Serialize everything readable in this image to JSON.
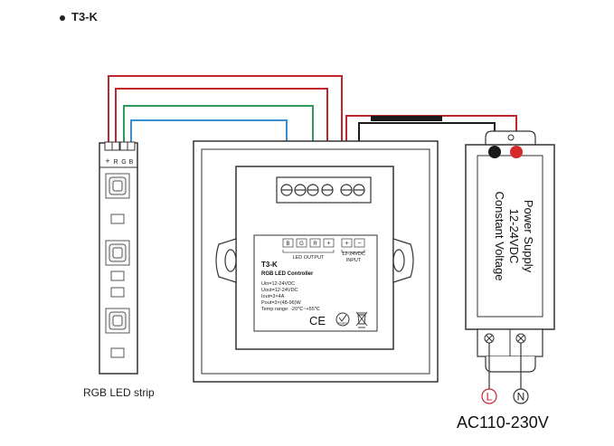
{
  "header": {
    "title": "T3-K"
  },
  "strip": {
    "caption": "RGB LED strip",
    "pin_labels": [
      "+",
      "R",
      "G",
      "B"
    ]
  },
  "controller": {
    "terminal_labels": [
      "B",
      "G",
      "R",
      "+",
      "+",
      "−"
    ],
    "led_output_label": "LED OUTPUT",
    "input_voltage": "12-24VDC",
    "input_label": "INPUT",
    "model": "T3-K",
    "name": "RGB LED Controller",
    "specs": [
      "Uin=12-24VDC",
      "Uout=12-24VDC",
      "Iout=3×4A",
      "Pout=3×(48-96)W",
      "Temp range: -20℃~+55℃"
    ],
    "ce_mark": "CE",
    "rohs_mark": "RoHS"
  },
  "power_supply": {
    "lines": [
      "Power Supply",
      "12-24VDC",
      "Constant Voltage"
    ],
    "live_label": "L",
    "neutral_label": "N"
  },
  "ac_label": "AC110-230V",
  "colors": {
    "red_wire": "#c0262d",
    "green_wire": "#2f9a5b",
    "blue_wire": "#3a8fd0",
    "black_wire": "#1a1a1a",
    "outline": "#333333"
  }
}
